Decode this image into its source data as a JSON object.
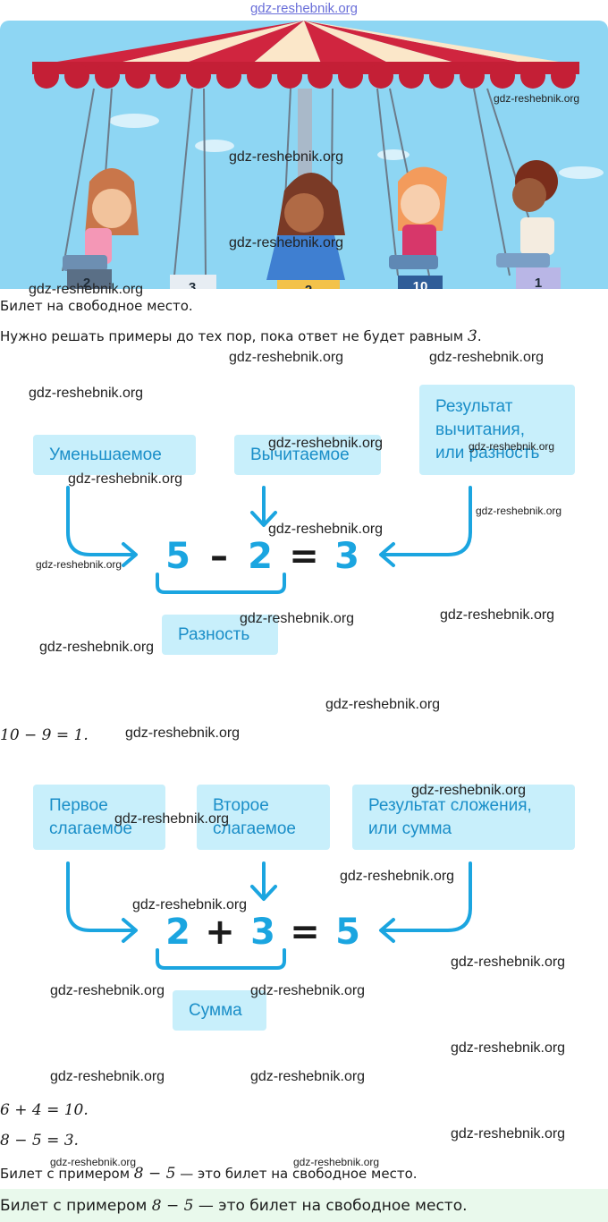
{
  "header": {
    "site_link": "gdz-reshebnik.org"
  },
  "illustration": {
    "seat_numbers": [
      "2",
      "3",
      "2",
      "10",
      "1"
    ]
  },
  "text": {
    "free_seat_intro": "Билет на свободное место.",
    "rule_prefix": "Нужно решать примеры до тех пор, пока ответ не будет равным ",
    "rule_value": "3",
    "rule_suffix": ".",
    "example1": "10 − 9 = 1.",
    "example2": "6 + 4 = 10.",
    "example3": "8 − 5 = 3.",
    "conclusion_prefix": "Билет с примером ",
    "conclusion_expr": "8 − 5",
    "conclusion_suffix": " — это билет на свободное место."
  },
  "subtraction_diagram": {
    "minuend_label": "Уменьшаемое",
    "subtrahend_label": "Вычитаемое",
    "result_label_line1": "Результат",
    "result_label_line2": "вычитания,",
    "result_label_line3": "или разность",
    "num1": "5",
    "op": "–",
    "num2": "2",
    "eq": "=",
    "result": "3",
    "brace_label": "Разность"
  },
  "addition_diagram": {
    "addend1_line1": "Первое",
    "addend1_line2": "слагаемое",
    "addend2_line1": "Второе",
    "addend2_line2": "слагаемое",
    "result_line1": "Результат сложения,",
    "result_line2": "или сумма",
    "num1": "2",
    "op": "+",
    "num2": "3",
    "eq": "=",
    "result": "5",
    "brace_label": "Сумма"
  },
  "answer": {
    "prefix": "Билет с примером ",
    "expr": "8 − 5",
    "suffix": " — это билет на свободное место."
  },
  "watermark": {
    "text": "gdz-reshebnik.org"
  },
  "colors": {
    "accent": "#1ba5e0",
    "term_bg": "#c8effb",
    "answer_bg": "#e9f9ec",
    "canopy_red": "#d0253f",
    "sky": "#8ed6f3"
  }
}
